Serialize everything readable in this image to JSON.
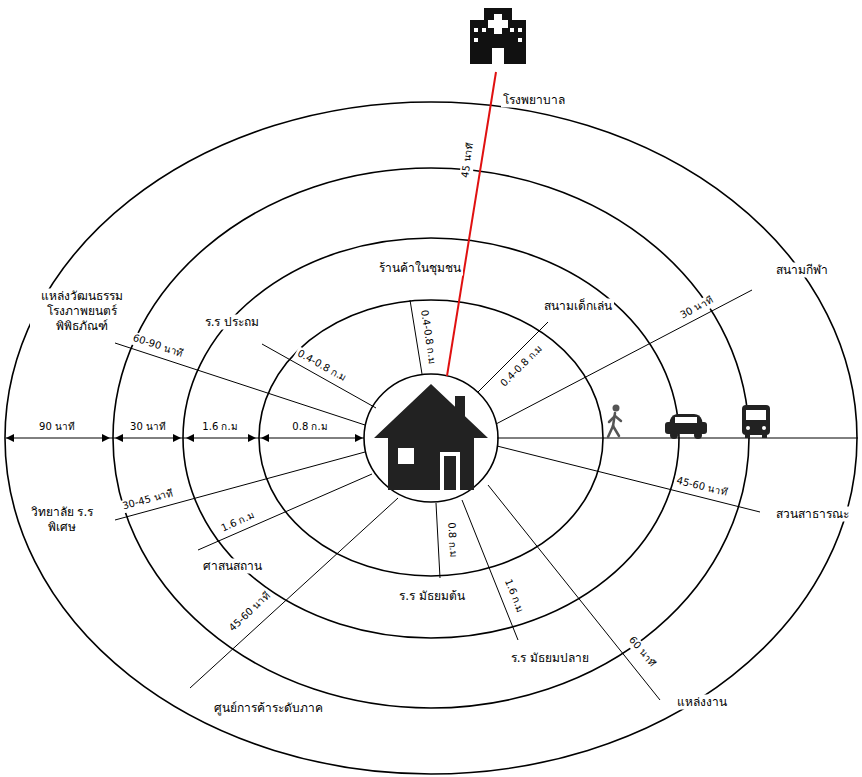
{
  "diagram": {
    "labels": [
      "โรงพยาบาล",
      "45 นาที",
      "ร้านค้าในชุมชน",
      "แหล่งวัฒนธรรม โรงภาพยนตร์ พิพิธภัณฑ์",
      "60-90 นาที",
      "ร.ร ประถม",
      "0.4-0.8 ก.ม",
      "0.4-0.8 ก.ม",
      "สนามเด็กเล่น",
      "0.4-0.8 ก.ม",
      "สนามกีฬา",
      "30 นาที",
      "90 นาที",
      "30 นาที",
      "1.6 ก.ม",
      "0.8 ก.ม",
      "วิทยาลัย ร.ร พิเศษ",
      "30-45 นาที",
      "ศาสนสถาน",
      "1.6 ก.ม",
      "0.8 ก.ม",
      "ร.ร มัธยมต้น",
      "1.6 ก.ม",
      "ร.ร มัธยมปลาย",
      "45-60 นาที",
      "สวนสาธารณะ",
      "60 นาที",
      "แหล่งงาน",
      "45-60 นาที",
      "ศูนย์การค้าระดับภาค"
    ]
  }
}
